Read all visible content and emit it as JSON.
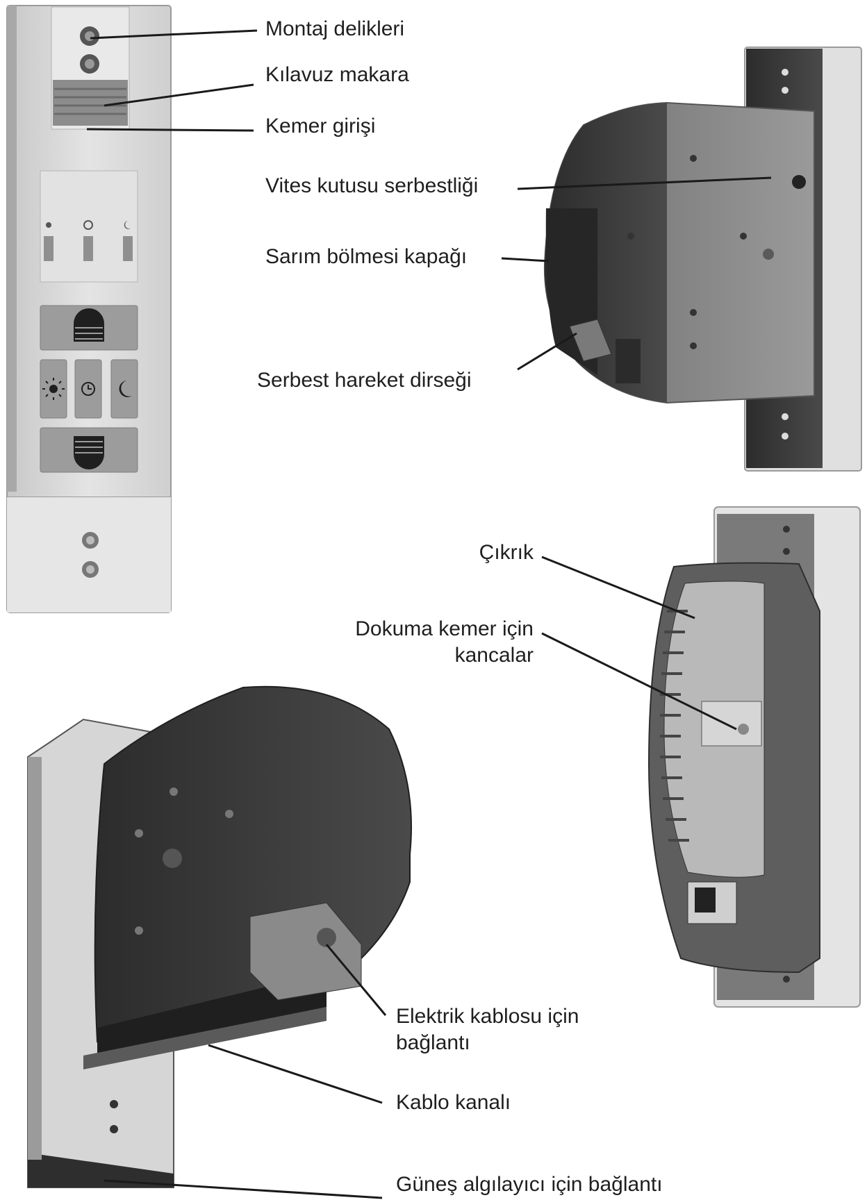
{
  "labels": {
    "mounting_holes": "Montaj delikleri",
    "guide_roller": "Kılavuz makara",
    "belt_entry": "Kemer girişi",
    "gearbox_release": "Vites kutusu serbestliği",
    "winding_cover": "Sarım bölmesi kapağı",
    "free_motion_bracket": "Serbest hareket dirseği",
    "winch": "Çıkrık",
    "belt_hooks_line1": "Dokuma kemer için",
    "belt_hooks_line2": "kancalar",
    "power_cable_line1": "Elektrik kablosu için",
    "power_cable_line2": "bağlantı",
    "cable_channel": "Kablo kanalı",
    "sun_sensor": "Güneş algılayıcı için bağlantı"
  },
  "icons": [
    "sun-icon",
    "clock-icon",
    "moon-icon",
    "up-arrow-grille-icon",
    "down-arrow-grille-icon"
  ],
  "colors": {
    "text": "#1f1f1f",
    "leader": "#1a1a1a",
    "housing": "#d9d9d9",
    "dark_part": "#3a3a3a",
    "mid_part": "#8a8a8a"
  }
}
